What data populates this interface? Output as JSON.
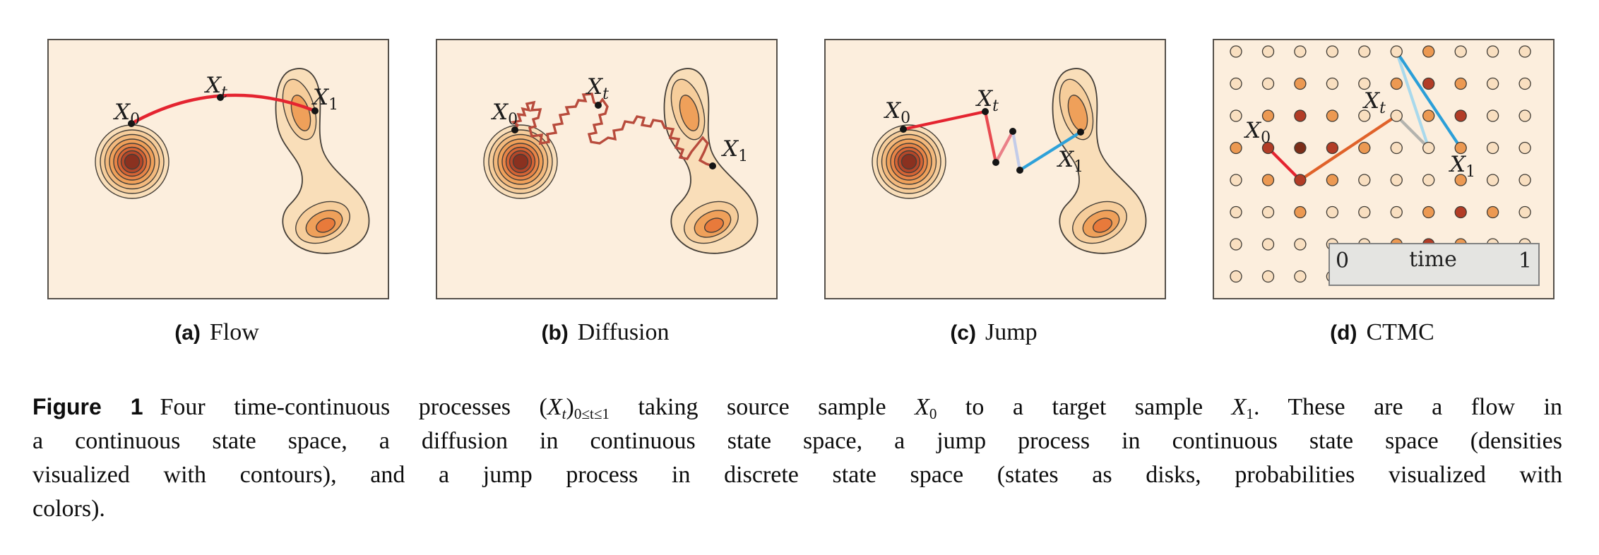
{
  "figure": {
    "panels": [
      {
        "tag": "(a)",
        "label": "Flow"
      },
      {
        "tag": "(b)",
        "label": "Diffusion"
      },
      {
        "tag": "(c)",
        "label": "Jump"
      },
      {
        "tag": "(d)",
        "label": "CTMC"
      }
    ],
    "math_labels": {
      "x0": {
        "base": "X",
        "sub": "0"
      },
      "xt": {
        "base": "X",
        "sub": "t"
      },
      "x1": {
        "base": "X",
        "sub": "1"
      }
    },
    "legend": {
      "min": "0",
      "title": "time",
      "max": "1"
    }
  },
  "ctmc": {
    "grid": [
      "ccccccoccc",
      "ccoccorocc",
      "coroccorcc",
      "ordroccocc",
      "corocccocc",
      "ccocccoroc",
      "cccccorocc",
      "cccccccccc"
    ],
    "state_colors": {
      "c": "#f9dfc0",
      "o": "#ec9952",
      "r": "#b23c26",
      "d": "#7b2d18"
    }
  },
  "caption": {
    "tag": "Figure 1",
    "line1": {
      "t1": "Four time-continuous processes (",
      "xt_base": "X",
      "xt_sub": "t",
      "t2": ")",
      "range_sub": "0≤t≤1",
      "t3": " taking source sample ",
      "x0_base": "X",
      "x0_sub": "0",
      "t4": " to a target sample ",
      "x1_base": "X",
      "x1_sub": "1",
      "t5": ". These are a flow in"
    },
    "line2": "a continuous state space, a diffusion in continuous state space, a jump process in continuous state space (densities",
    "line3": "visualized with contours), and a jump process in discrete state space (states as disks, probabilities visualized with",
    "line4": "colors)."
  },
  "colors": {
    "panel_background": "#fceedd",
    "panel_border": "#55504a",
    "contour_outline": "#453f38",
    "density_levels": [
      "#f9deb9",
      "#f6cd9b",
      "#f3b97d",
      "#efa05a",
      "#e88447",
      "#d66334",
      "#b64729",
      "#8a3120"
    ],
    "flow_path_red": "#e42430",
    "diffusion_path_red": "#b84b3c",
    "jump_segment_colors": [
      "#e42430",
      "#e84a50",
      "#ea8088",
      "#c3cce9",
      "#2ea1d9"
    ],
    "ctmc_segment_colors": [
      "#e42430",
      "#e0622a",
      "#b3b3ae",
      "#a9d9ec",
      "#2b9fd8"
    ],
    "legend_background": "#e4e4e1",
    "time_gradient": [
      "#5d8e94",
      "#1f97be",
      "#14a6e8"
    ]
  }
}
